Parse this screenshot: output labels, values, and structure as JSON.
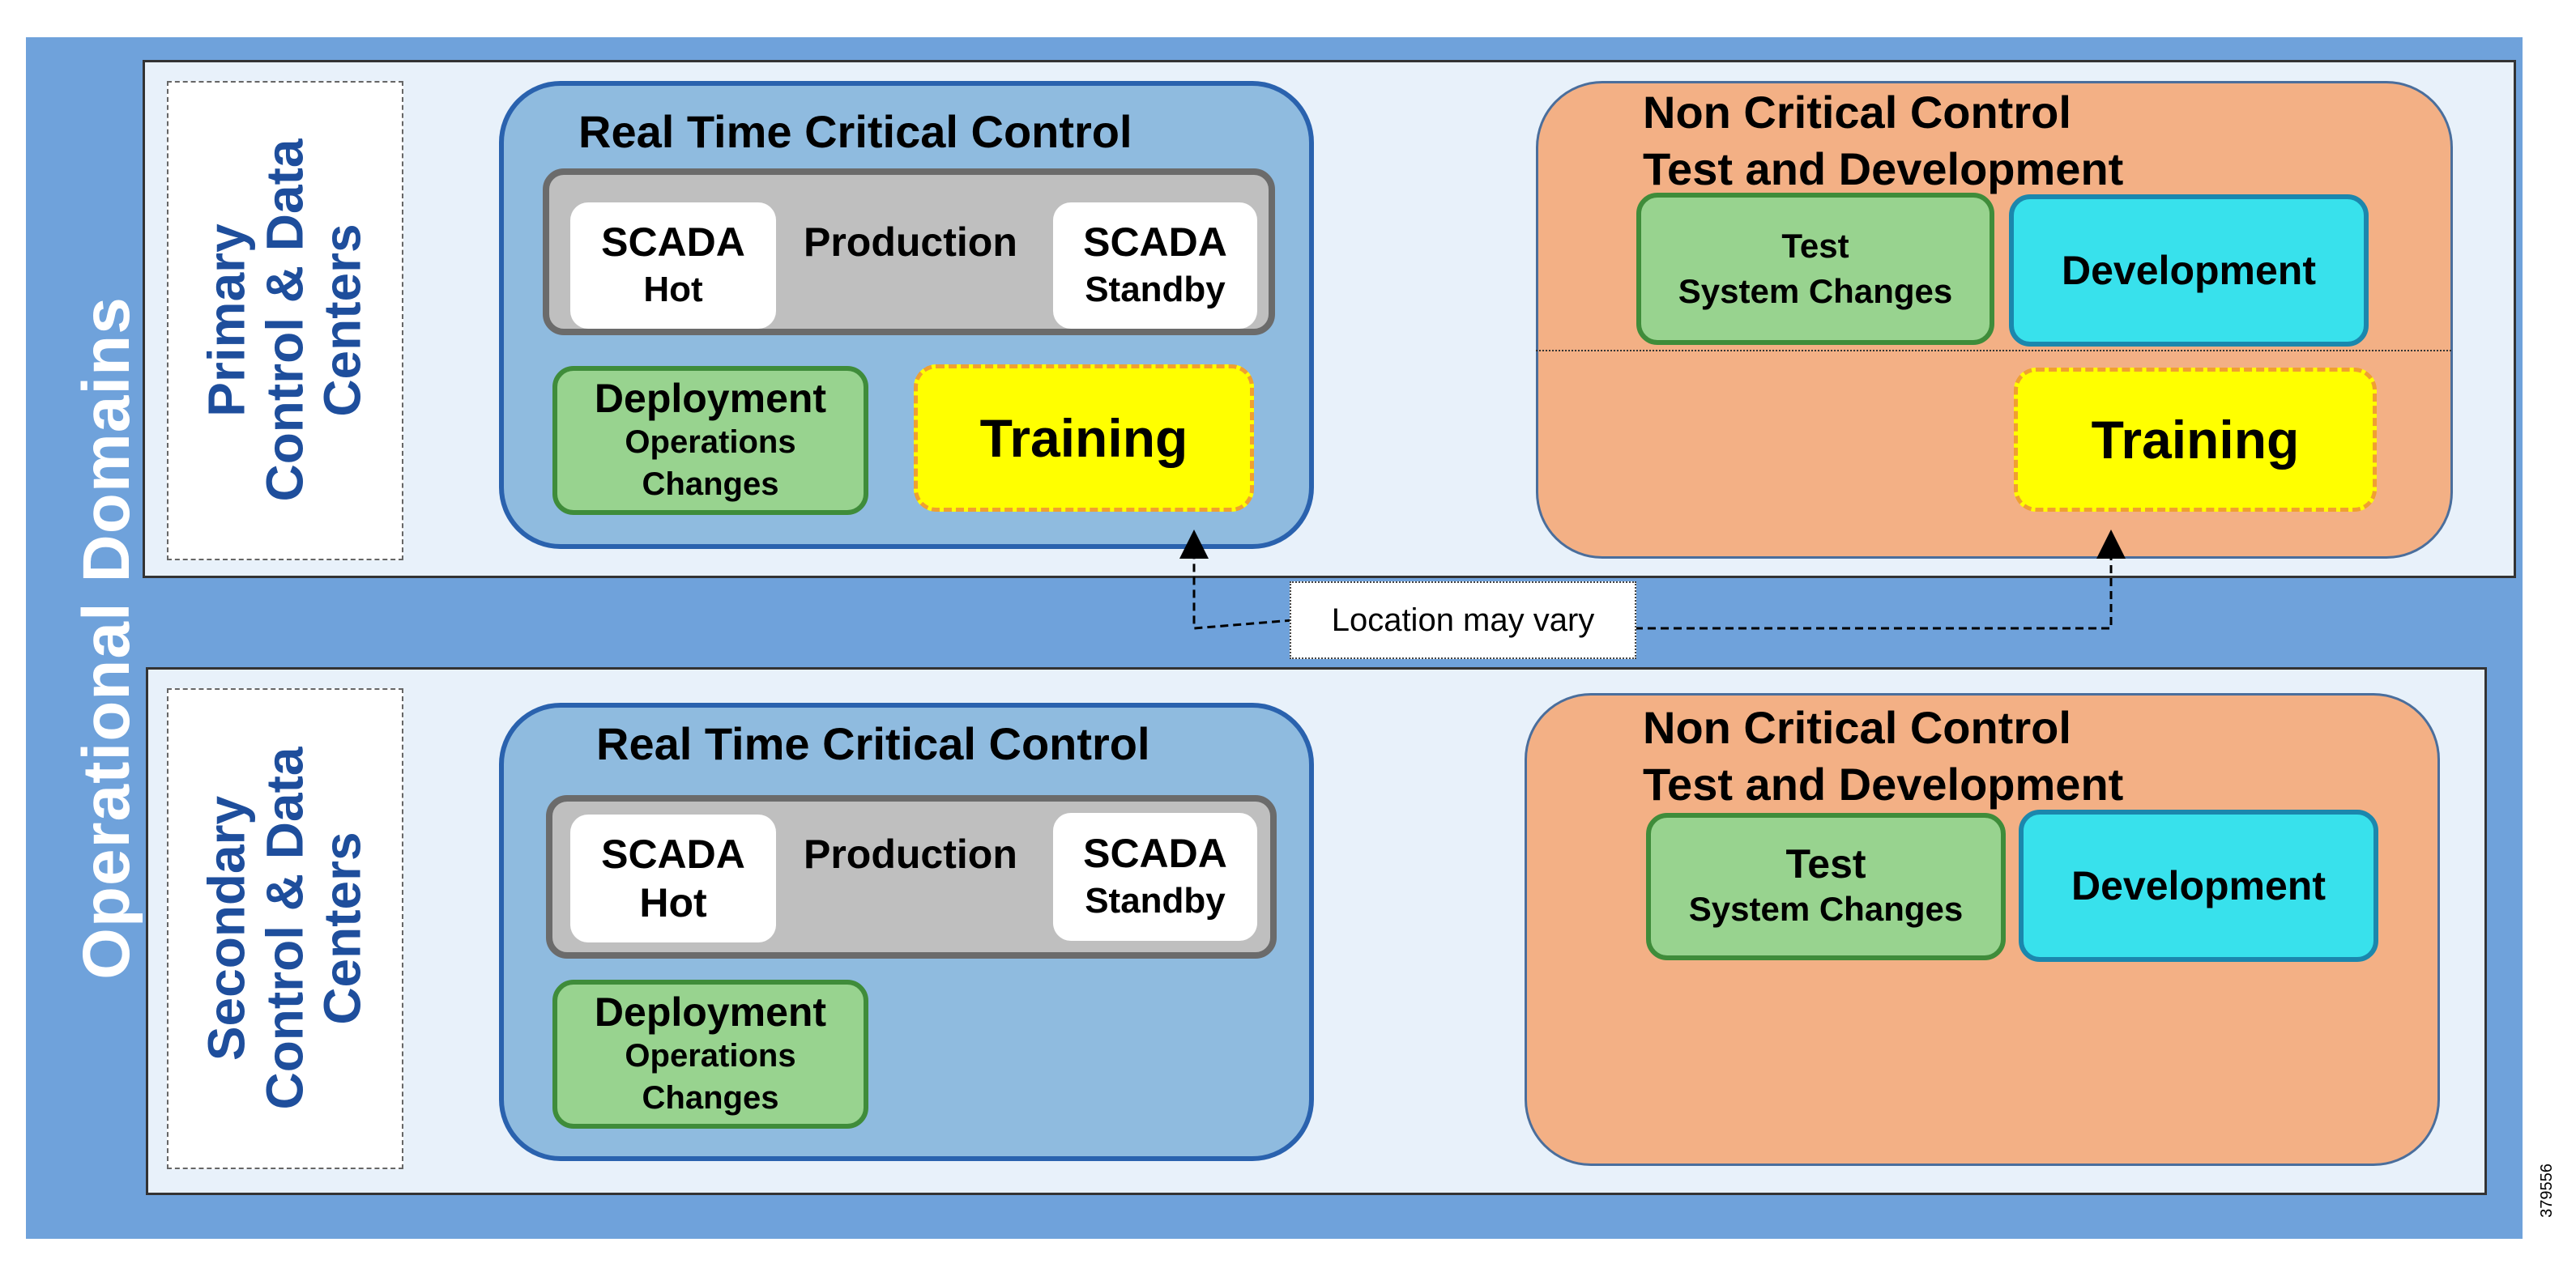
{
  "side_title": "Operational Domains",
  "primary": {
    "region_label": [
      "Primary",
      "Control & Data",
      "Centers"
    ],
    "rtcc": {
      "title": "Real Time Critical Control",
      "production_label": "Production",
      "scada_hot": {
        "line1": "SCADA",
        "line2": "Hot"
      },
      "scada_standby": {
        "line1": "SCADA",
        "line2": "Standby"
      },
      "deployment": {
        "line1": "Deployment",
        "line2": "Operations",
        "line3": "Changes"
      },
      "training": "Training"
    },
    "ncc": {
      "title_line1": "Non Critical Control",
      "title_line2": "Test and Development",
      "test": {
        "line1": "Test",
        "line2": "System Changes"
      },
      "development": "Development",
      "training": "Training"
    }
  },
  "secondary": {
    "region_label": [
      "Secondary",
      "Control & Data",
      "Centers"
    ],
    "rtcc": {
      "title": "Real Time Critical Control",
      "production_label": "Production",
      "scada_hot": {
        "line1": "SCADA",
        "line2": "Hot"
      },
      "scada_standby": {
        "line1": "SCADA",
        "line2": "Standby"
      },
      "deployment": {
        "line1": "Deployment",
        "line2": "Operations",
        "line3": "Changes"
      }
    },
    "ncc": {
      "title_line1": "Non Critical Control",
      "title_line2": "Test and Development",
      "test": {
        "line1": "Test",
        "line2": "System Changes"
      },
      "development": "Development"
    }
  },
  "location_note": "Location may vary",
  "figure_id": "379556",
  "colors": {
    "outer_band": "#6fa2db",
    "region_panel": "#e8f1fa",
    "region_label_text": "#1e4e9c",
    "rtcc_fill": "#8fbbdf",
    "rtcc_border": "#2a62ae",
    "ncc_fill": "#f3b085",
    "production_band": "#bfbfbf",
    "deployment_test_fill": "#98d38f",
    "development_fill": "#38e1ec",
    "training_fill": "#ffff00"
  }
}
